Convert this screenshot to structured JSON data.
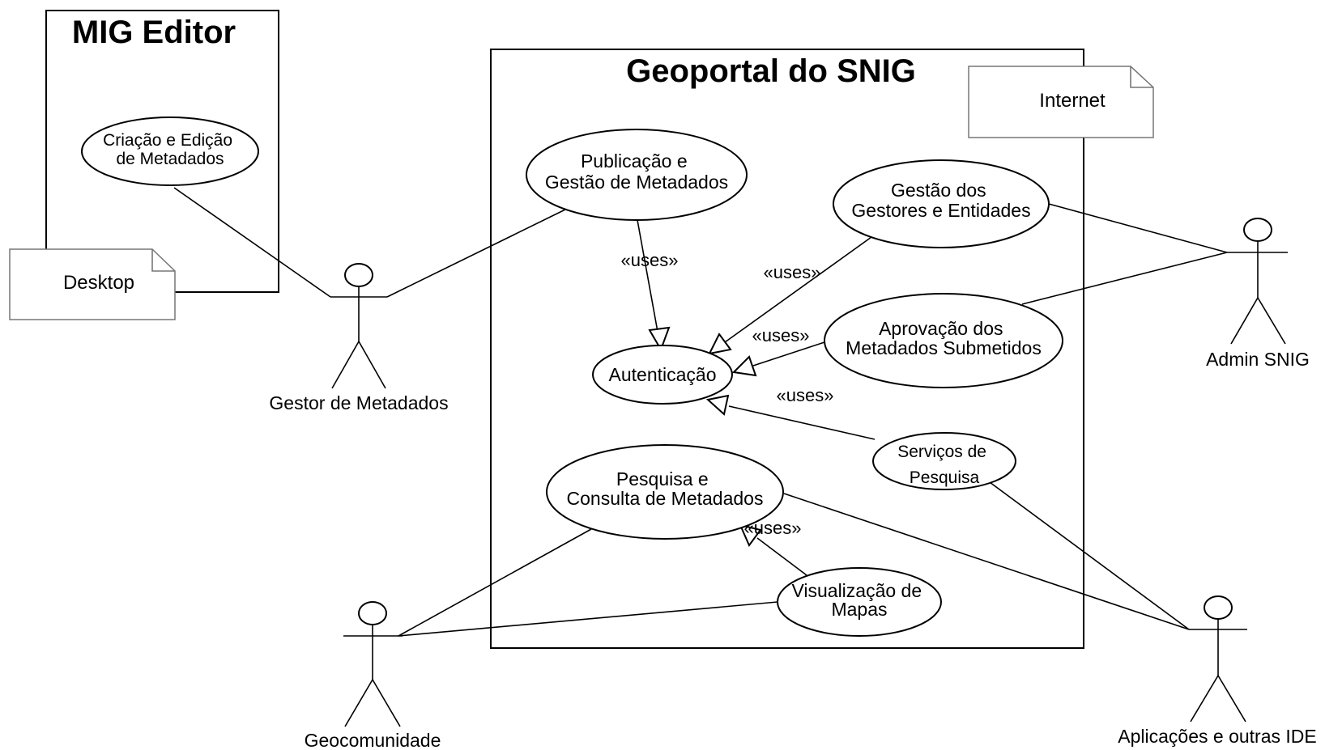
{
  "systems": {
    "mig": {
      "title": "MIG Editor"
    },
    "geoportal": {
      "title": "Geoportal do SNIG"
    }
  },
  "notes": {
    "desktop": "Desktop",
    "internet": "Internet"
  },
  "use_cases": {
    "criacao": [
      "Criação e Edição",
      "de Metadados"
    ],
    "publicacao": [
      "Publicação e",
      "Gestão de Metadados"
    ],
    "gestao_gestores": [
      "Gestão dos",
      "Gestores e Entidades"
    ],
    "aprovacao": [
      "Aprovação dos",
      "Metadados Submetidos"
    ],
    "autenticacao": [
      "Autenticação"
    ],
    "servicos": [
      "Serviços de",
      "Pesquisa"
    ],
    "pesquisa": [
      "Pesquisa e",
      "Consulta de Metadados"
    ],
    "visualizacao": [
      "Visualização de",
      "Mapas"
    ]
  },
  "actors": {
    "gestor": "Gestor de Metadados",
    "admin": "Admin SNIG",
    "geocomunidade": "Geocomunidade",
    "aplicacoes": "Aplicações e outras IDE"
  },
  "relations": {
    "uses_label": "«uses»"
  }
}
